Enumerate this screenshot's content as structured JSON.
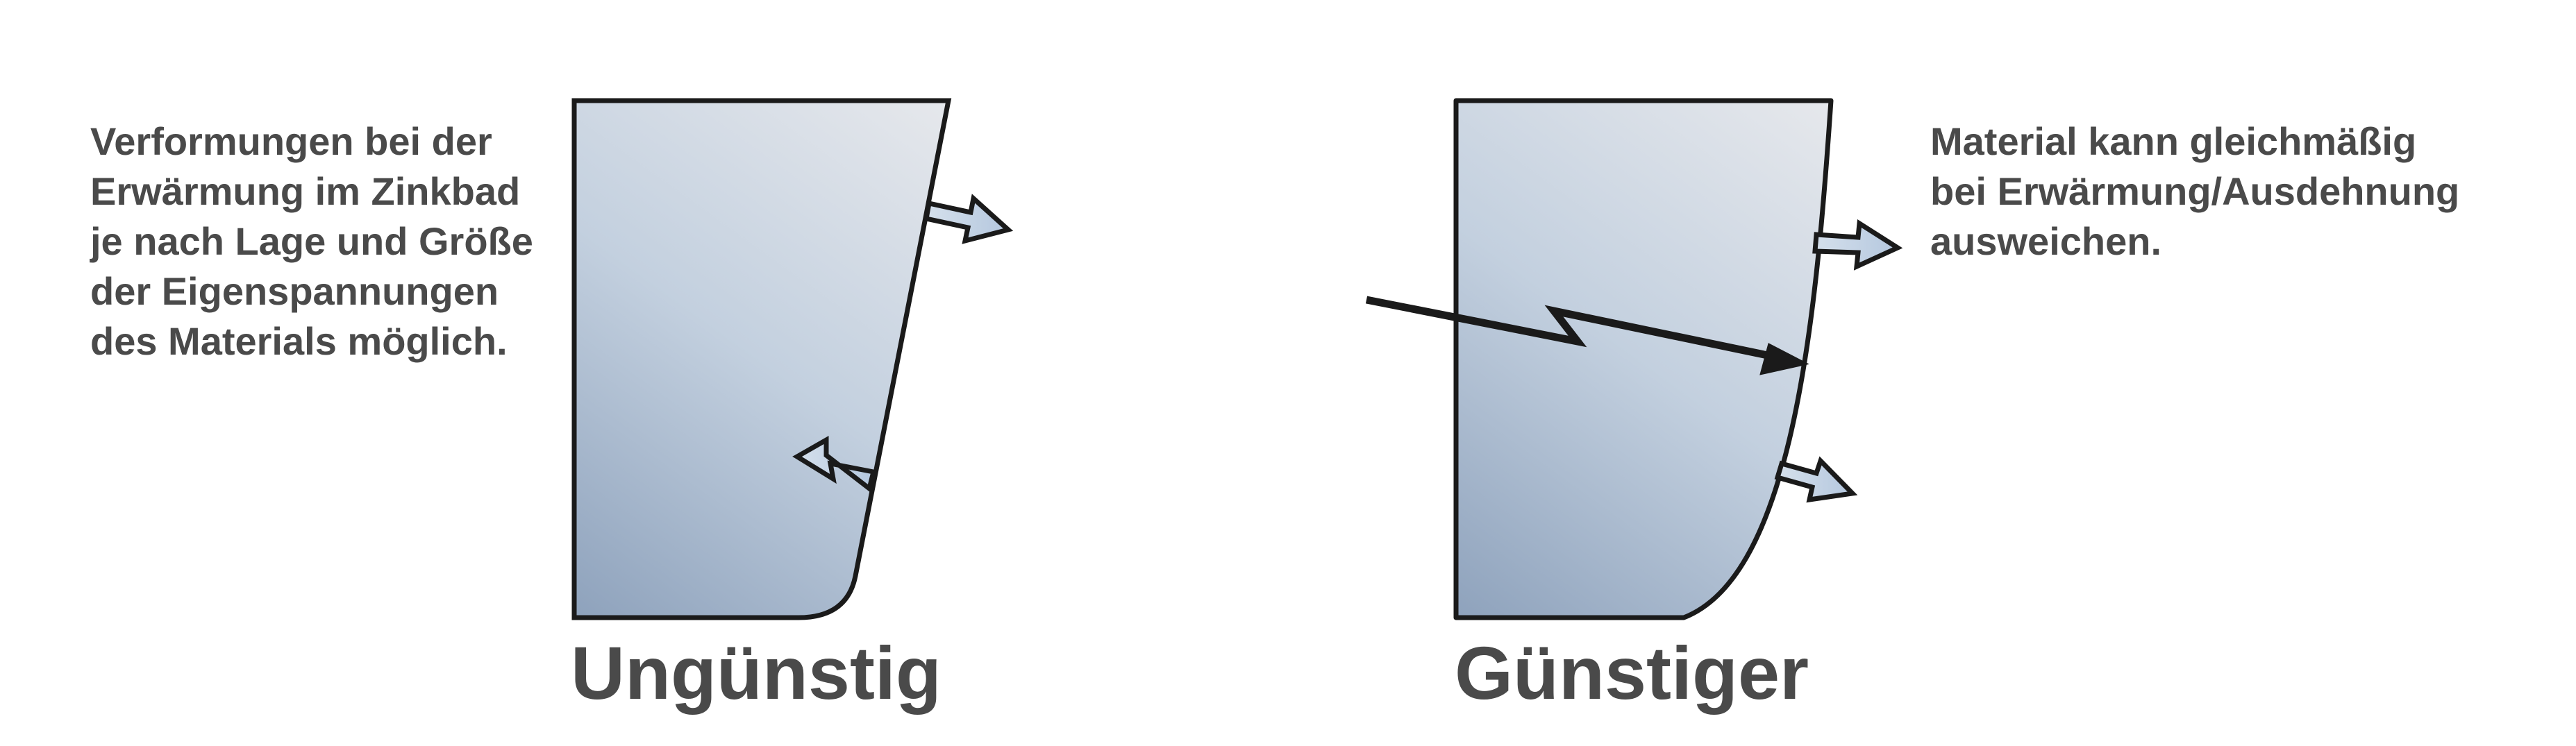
{
  "left_panel": {
    "description_lines": [
      "Verformungen bei der",
      "Erwärmung im Zinkbad",
      "je nach Lage und Größe",
      "der Eigenspannungen",
      "des Materials möglich."
    ],
    "caption": "Ungünstig"
  },
  "right_panel": {
    "description_lines": [
      "Material kann gleichmäßig",
      "bei Erwärmung/Ausdehnung",
      "ausweichen."
    ],
    "caption": "Günstiger"
  },
  "colors": {
    "text": "#4a4a4a",
    "outline": "#1a1a1a",
    "fill_dark": "#8ea2bc",
    "fill_light": "#e6e8ec",
    "arrow_fill": "#b9cbe0"
  }
}
